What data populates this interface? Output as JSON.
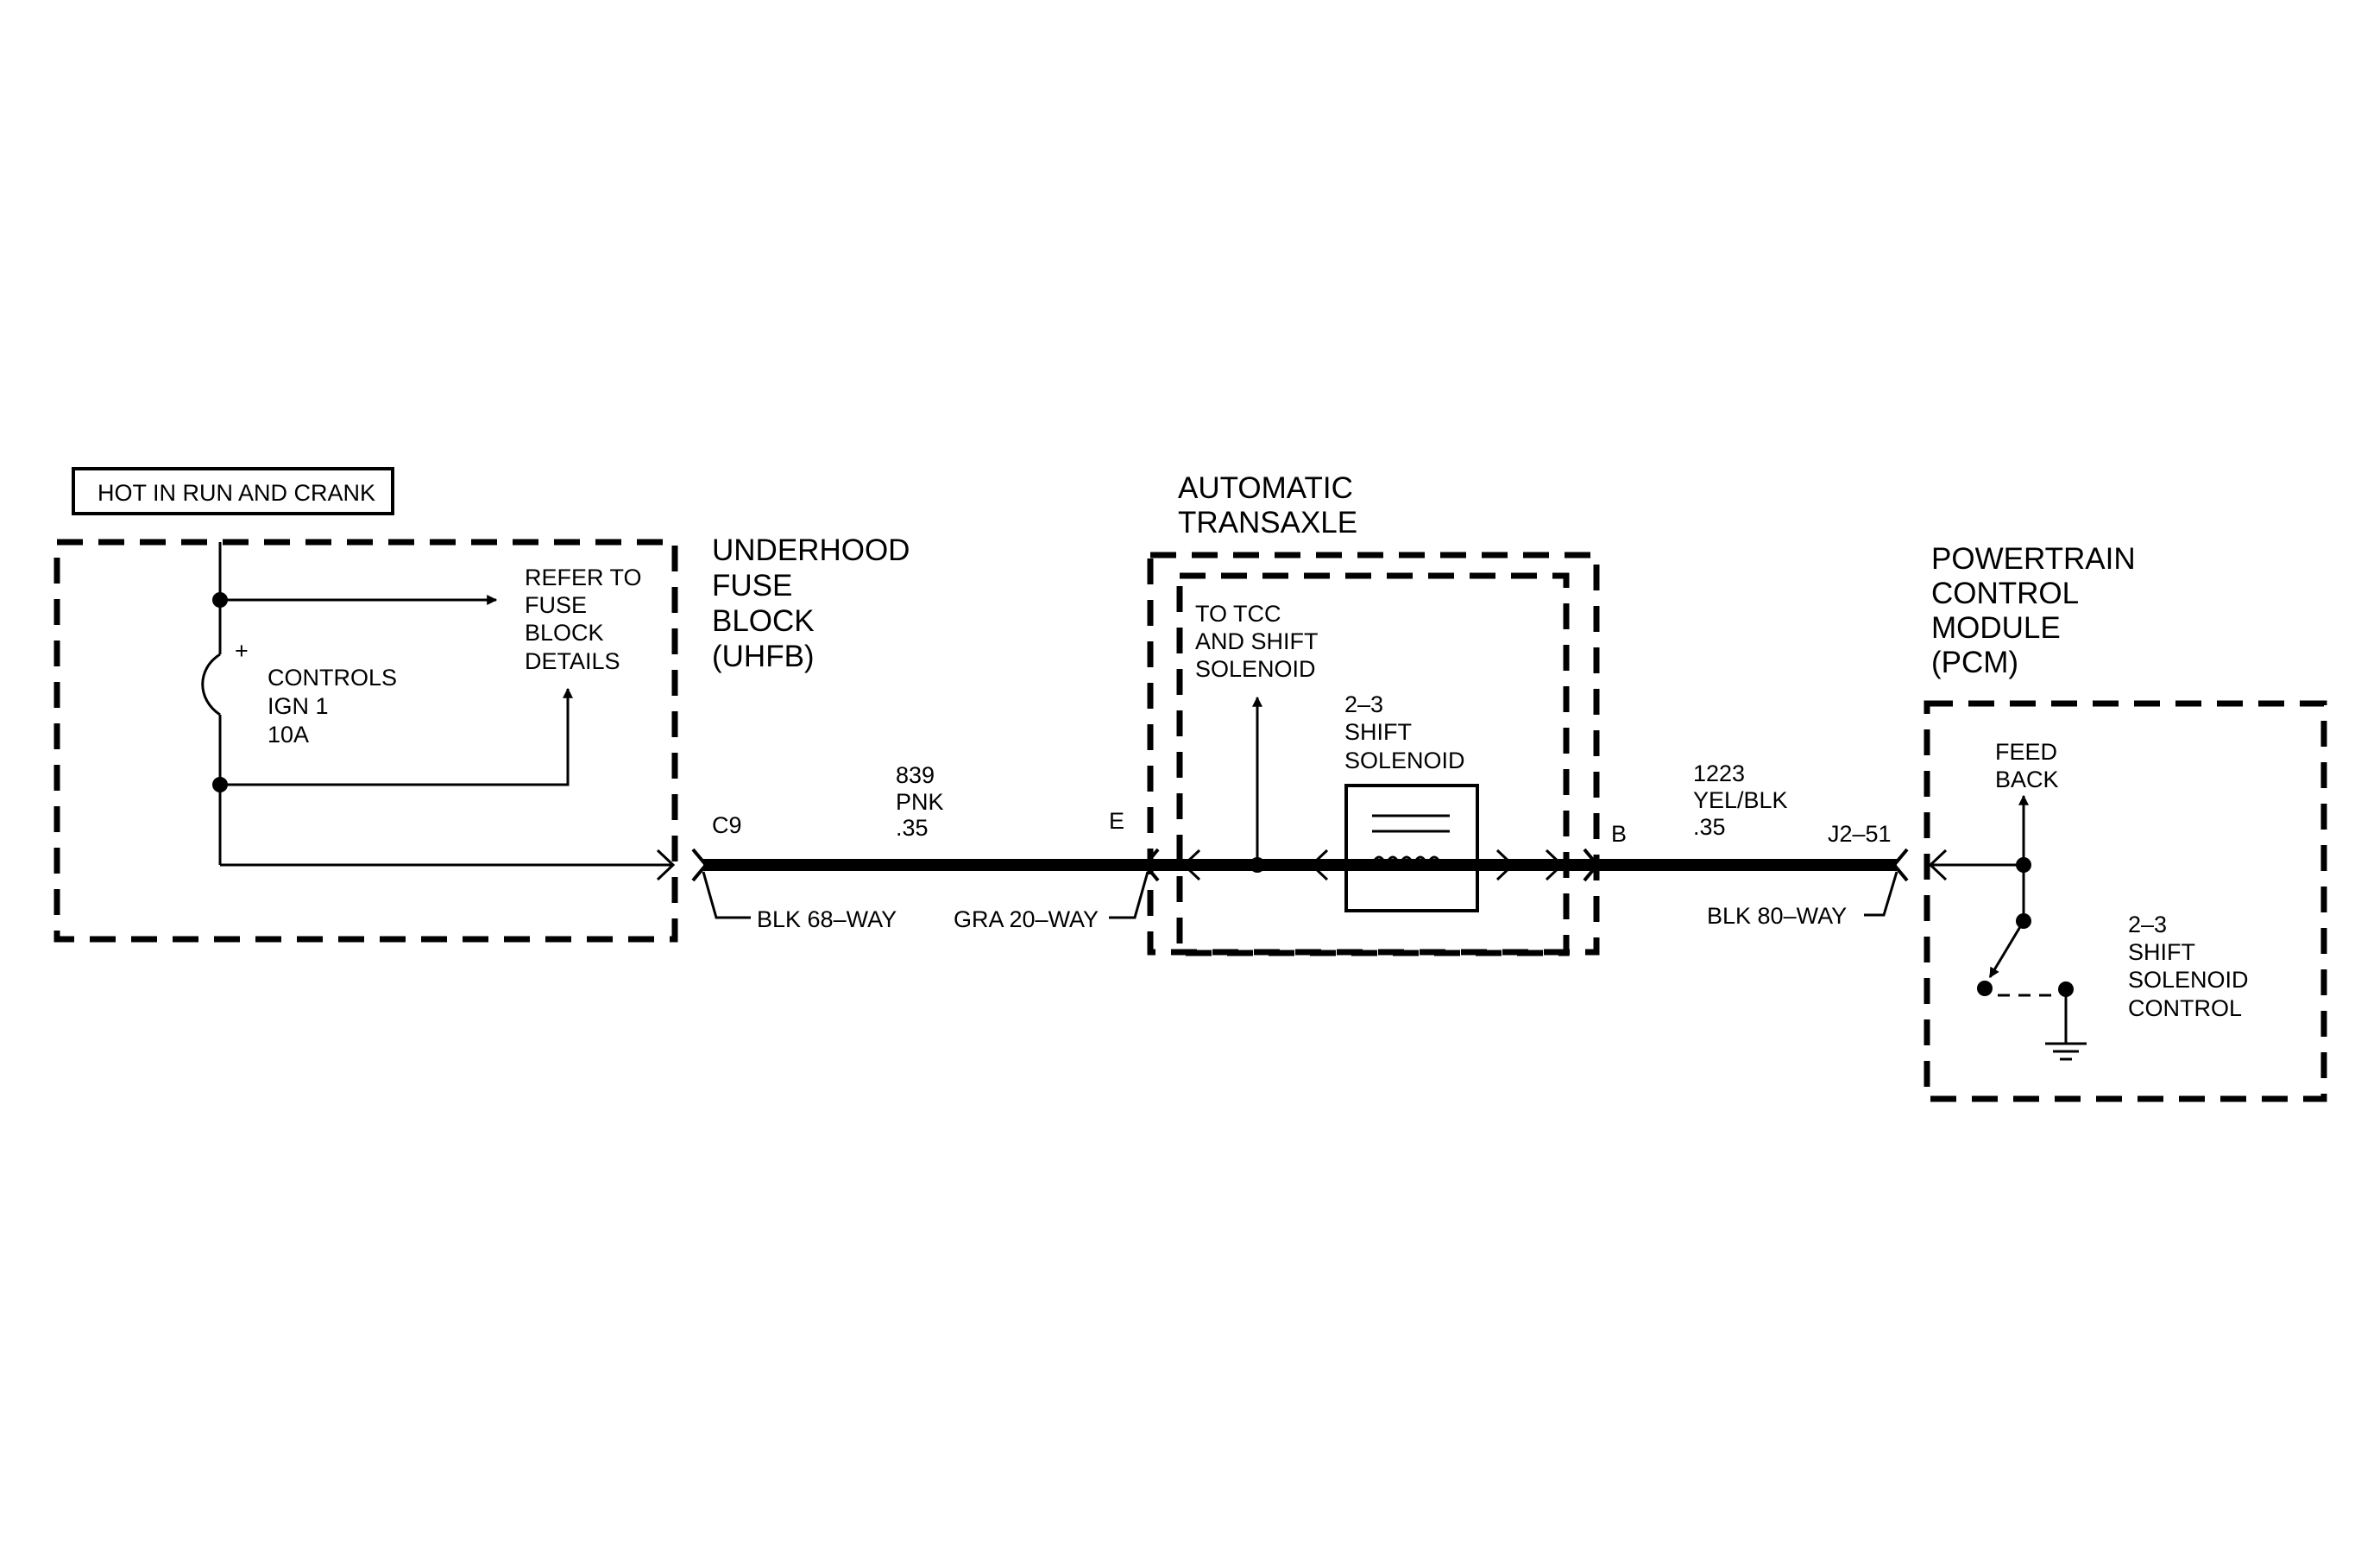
{
  "hot_label": "HOT IN RUN AND CRANK",
  "fuse": {
    "refer": [
      "REFER TO",
      "FUSE",
      "BLOCK",
      "DETAILS"
    ],
    "controls": [
      "CONTROLS",
      "IGN 1",
      "10A"
    ],
    "plus": "+"
  },
  "uhfb": {
    "title": [
      "UNDERHOOD",
      "FUSE",
      "BLOCK",
      "(UHFB)"
    ]
  },
  "wire_839": {
    "circuit": [
      "839",
      "PNK",
      ".35"
    ],
    "left_pin": "C9",
    "right_pin": "E",
    "left_connector": "BLK 68–WAY",
    "right_connector": "GRA 20–WAY"
  },
  "transaxle": {
    "title": [
      "AUTOMATIC",
      "TRANSAXLE"
    ],
    "to_tcc": [
      "TO TCC",
      "AND SHIFT",
      "SOLENOID"
    ],
    "solenoid": [
      "2–3",
      "SHIFT",
      "SOLENOID"
    ]
  },
  "wire_1223": {
    "circuit": [
      "1223",
      "YEL/BLK",
      ".35"
    ],
    "left_pin": "B",
    "right_pin": "J2–51",
    "connector": "BLK 80–WAY"
  },
  "pcm": {
    "title": [
      "POWERTRAIN",
      "CONTROL",
      "MODULE",
      "(PCM)"
    ],
    "feedback": [
      "FEED",
      "BACK"
    ],
    "control": [
      "2–3",
      "SHIFT",
      "SOLENOID",
      "CONTROL"
    ]
  }
}
